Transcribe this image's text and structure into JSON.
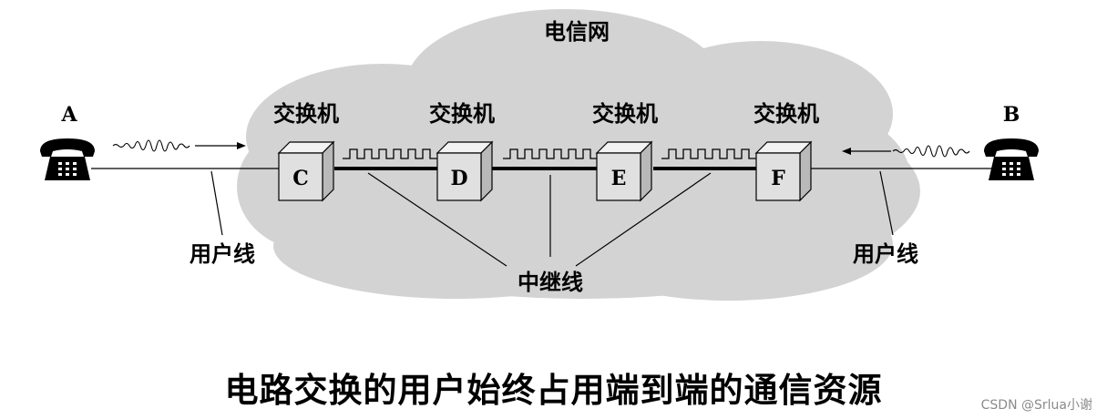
{
  "network": {
    "cloud_label": "电信网",
    "switch_label": "交换机",
    "switches": [
      "C",
      "D",
      "E",
      "F"
    ],
    "trunk_label": "中继线",
    "subscriber_line_label": "用户线"
  },
  "endpoints": {
    "left": "A",
    "right": "B"
  },
  "caption": "电路交换的用户始终占用端到端的通信资源",
  "watermark": "CSDN @Srlua小谢",
  "colors": {
    "cloud": "#d3d3d3",
    "box_front": "#e0e0e0",
    "box_top": "#f3f3f3",
    "box_side": "#b9b9b9",
    "line": "#000000"
  }
}
